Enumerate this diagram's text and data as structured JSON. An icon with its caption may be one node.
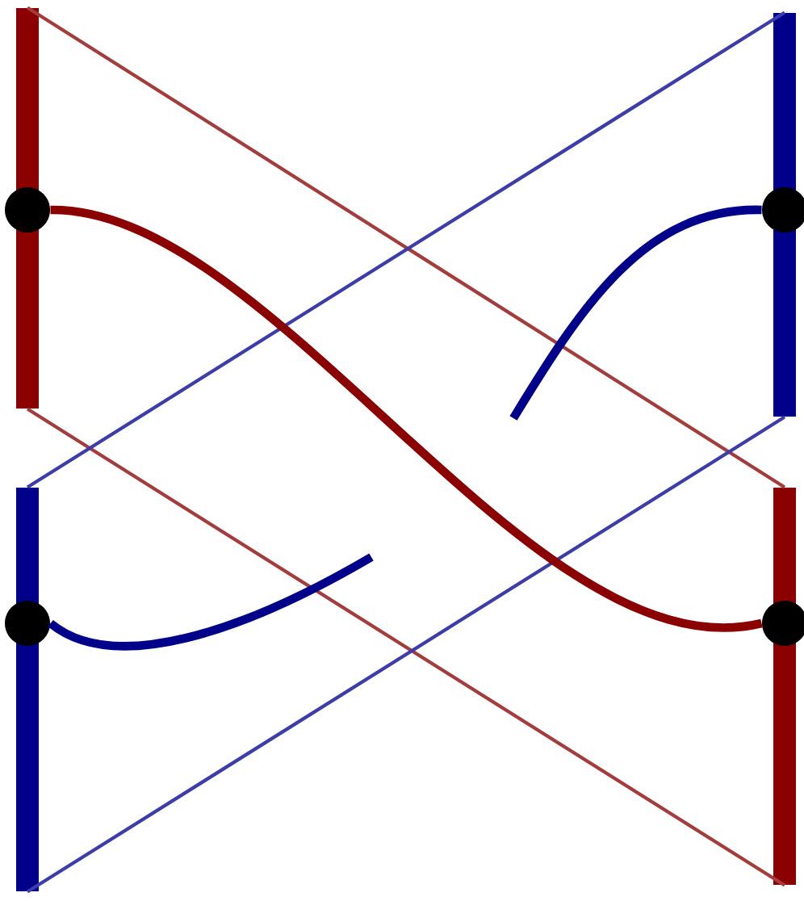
{
  "diagram": {
    "nodes": [
      {
        "text": [],
        "shape": "bar"
      },
      {
        "text": [],
        "shape": "bar"
      },
      {
        "text": [],
        "shape": "bar"
      },
      {
        "text": [],
        "shape": "bar"
      },
      {
        "text": [],
        "shape": "circle"
      },
      {
        "text": [],
        "shape": "circle"
      },
      {
        "text": [],
        "shape": "circle"
      },
      {
        "text": [],
        "shape": "circle"
      }
    ],
    "edges": [
      {
        "from": 0,
        "to": 3,
        "arrow": "none",
        "color": "#a43c3c"
      },
      {
        "from": 0,
        "to": 3,
        "arrow": "none",
        "color": "#a43c3c"
      },
      {
        "from": 1,
        "to": 2,
        "arrow": "none",
        "color": "#3c3caa"
      },
      {
        "from": 1,
        "to": 2,
        "arrow": "none",
        "color": "#3c3caa"
      },
      {
        "from": 4,
        "to": 7,
        "arrow": "none",
        "style": "thick",
        "color": "#8b0000"
      },
      {
        "from": 5,
        "to": null,
        "arrow": "none",
        "style": "thick",
        "color": "#00008b"
      },
      {
        "from": 6,
        "to": null,
        "arrow": "none",
        "style": "thick",
        "color": "#00008b"
      }
    ]
  }
}
